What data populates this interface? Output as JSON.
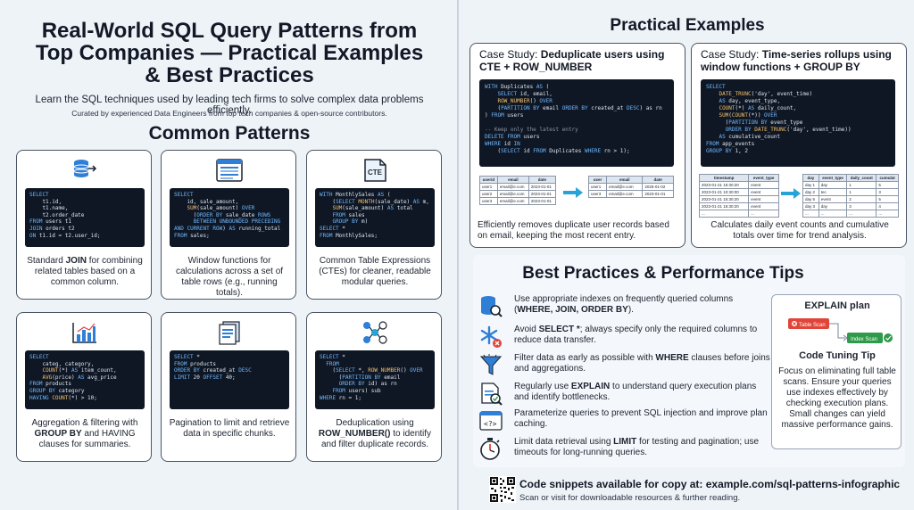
{
  "header": {
    "title_line1": "Real-World SQL Query Patterns from",
    "title_line2": "Top Companies — Practical Examples",
    "title_line3": "& Best Practices",
    "subtitle": "Learn the SQL techniques used by leading tech firms to solve complex data problems efficiently.",
    "curated": "Curated by experienced Data Engineers from top tech companies & open-source contributors."
  },
  "patterns": {
    "title": "Common Patterns",
    "cards": [
      {
        "icon": "database-join-icon",
        "desc_pre": "Standard ",
        "desc_bold": "JOIN",
        "desc_post": " for combining related tables based on a common column.",
        "code": [
          "SELECT",
          "    t1.id,",
          "    t1.name,",
          "    t2.order_date",
          "FROM users t1",
          "JOIN orders t2",
          "ON t1.id = t2.user_id;"
        ]
      },
      {
        "icon": "window-table-icon",
        "desc_pre": "Window functions for calculations across a set of table rows (e.g., running totals).",
        "desc_bold": "",
        "desc_post": "",
        "code": [
          "SELECT",
          "    id, sale_amount,",
          "    SUM(sale_amount) OVER",
          "      (ORDER BY sale_date ROWS",
          "      BETWEEN UNBOUNDED PRECEDING",
          "AND CURRENT ROW) AS running_total",
          "FROM sales;"
        ]
      },
      {
        "icon": "cte-document-icon",
        "desc_pre": "Common Table Expressions (CTEs) for cleaner, readable modular queries.",
        "desc_bold": "",
        "desc_post": "",
        "code": [
          "WITH MonthlySales AS (",
          "    (SELECT MONTH(sale_date) AS m,",
          "    SUM(sale_amount) AS total",
          "    FROM sales",
          "    GROUP BY m)",
          "SELECT *",
          "FROM MonthlySales;"
        ]
      },
      {
        "icon": "bar-chart-icon",
        "desc_pre": "Aggregation & filtering with ",
        "desc_bold": "GROUP BY",
        "desc_post": " and HAVING clauses for summaries.",
        "code": [
          "SELECT",
          "    categ, category,",
          "    COUNT(*) AS item_count,",
          "    AVG(price) AS avg_price",
          "FROM products",
          "GROUP BY category",
          "HAVING COUNT(*) > 10;"
        ]
      },
      {
        "icon": "pages-stack-icon",
        "desc_pre": "Pagination to limit and retrieve data in specific chunks.",
        "desc_bold": "",
        "desc_post": "",
        "code": [
          "SELECT *",
          "FROM products",
          "ORDER BY created_at DESC",
          "LIMIT 20 OFFSET 40;"
        ]
      },
      {
        "icon": "dedupe-nodes-icon",
        "desc_pre": "Deduplication using ",
        "desc_bold": "ROW_NUMBER()",
        "desc_post": " to identify and filter duplicate records.",
        "code": [
          "SELECT *",
          "  FROM",
          "    (SELECT *, ROW_NUMBER() OVER",
          "      (PARTITION BY email",
          "      ORDER BY id) as rn",
          "    FROM users) sub",
          "WHERE rn = 1;"
        ]
      }
    ]
  },
  "practical": {
    "title": "Practical Examples",
    "case1": {
      "prefix": "Case Study: ",
      "title_bold": "Deduplicate users using CTE + ROW_NUMBER",
      "code": [
        "WITH Duplicates AS (",
        "    SELECT id, email,",
        "    ROW_NUMBER() OVER",
        "    (PARTITION BY email ORDER BY created_at DESC) as rn",
        ") FROM users",
        "",
        "-- Keep only the latest entry",
        "DELETE FROM users",
        "WHERE id IN",
        "    (SELECT id FROM Duplicates WHERE rn > 1);"
      ],
      "table_left_headers": [
        "userid",
        "email",
        "date"
      ],
      "table_left_rows": [
        [
          "user1",
          "email@e.com",
          "2023-01-01"
        ],
        [
          "user2",
          "email@e.com",
          "2023-01-01"
        ],
        [
          "user3",
          "email@e.com",
          "2023-01-01"
        ]
      ],
      "table_right_headers": [
        "user",
        "email",
        "date"
      ],
      "table_right_rows": [
        [
          "user1",
          "email@e.com",
          "2025-01-02"
        ],
        [
          "user3",
          "email@e.com",
          "2023-01-01"
        ]
      ],
      "caption": "Efficiently removes duplicate user records based on email, keeping the most recent entry."
    },
    "case2": {
      "prefix": "Case Study: ",
      "title_bold": "Time-series rollups using window functions + GROUP BY",
      "code": [
        "SELECT",
        "    DATE_TRUNC('day', event_time)",
        "    AS day, event_type,",
        "    COUNT(*) AS daily_count,",
        "    SUM(COUNT(*)) OVER",
        "      (PARTITION BY event_type",
        "      ORDER BY DATE_TRUNC('day', event_time))",
        "    AS cumulative_count",
        "FROM app_events",
        "GROUP BY 1, 2"
      ],
      "table_left_headers": [
        "timestamp",
        "event_type"
      ],
      "table_left_rows": [
        [
          "2023-01-21 15:30:20",
          "event"
        ],
        [
          "2023-01-21 10:30:00",
          "event"
        ],
        [
          "2023-01-21 15:30:20",
          "event"
        ],
        [
          "2023-01-21 15:30:20",
          "event"
        ],
        [
          "...",
          "..."
        ]
      ],
      "table_right_headers": [
        "day",
        "event_type",
        "daily_count",
        "cumulat"
      ],
      "table_right_rows": [
        [
          "day 1",
          "day",
          "1",
          "5"
        ],
        [
          "day 2",
          "tec",
          "1",
          "3"
        ],
        [
          "day 5",
          "event",
          "2",
          "5"
        ],
        [
          "day 3",
          "day",
          "3",
          "4"
        ],
        [
          "...",
          "...",
          "...",
          "..."
        ]
      ],
      "caption": "Calculates daily event counts and cumulative totals over time for trend analysis."
    }
  },
  "best_practices": {
    "title": "Best Practices & Performance Tips",
    "tips": [
      {
        "icon": "index-search-icon",
        "pre": "Use appropriate indexes on frequently queried columns (",
        "bold": "WHERE, JOIN, ORDER BY",
        "post": ")."
      },
      {
        "icon": "select-star-icon",
        "pre": "Avoid ",
        "bold": "SELECT *",
        "post": "; always specify only the required columns to reduce data transfer."
      },
      {
        "icon": "filter-funnel-icon",
        "pre": "Filter data as early as possible with ",
        "bold": "WHERE",
        "post": " clauses before joins and aggregations."
      },
      {
        "icon": "explain-document-icon",
        "pre": "Regularly use ",
        "bold": "EXPLAIN",
        "post": " to understand query execution plans and identify bottlenecks."
      },
      {
        "icon": "code-brackets-icon",
        "pre": "Parameterize queries to prevent SQL injection and improve plan caching.",
        "bold": "",
        "post": ""
      },
      {
        "icon": "stopwatch-icon",
        "pre": "Limit data retrieval using ",
        "bold": "LIMIT",
        "post": " for testing and pagination; use timeouts for long-running queries."
      }
    ],
    "explain": {
      "title": "EXPLAIN plan",
      "table_scan": "Table Scan",
      "index_scan": "Index Scan",
      "tip_title": "Code Tuning Tip",
      "tip_text": "Focus on eliminating full table scans. Ensure your queries use indexes effectively by checking execution plans. Small changes can yield massive performance gains."
    }
  },
  "footer": {
    "main": "Code snippets available for copy at: example.com/sql-patterns-infographic",
    "sub": "Scan or visit for downloadable resources & further reading."
  },
  "colors": {
    "accent": "#2f7fd6",
    "code_bg": "#0f1724",
    "arrow": "#27a3d8",
    "error": "#e0453a",
    "success": "#2e9a4a"
  }
}
